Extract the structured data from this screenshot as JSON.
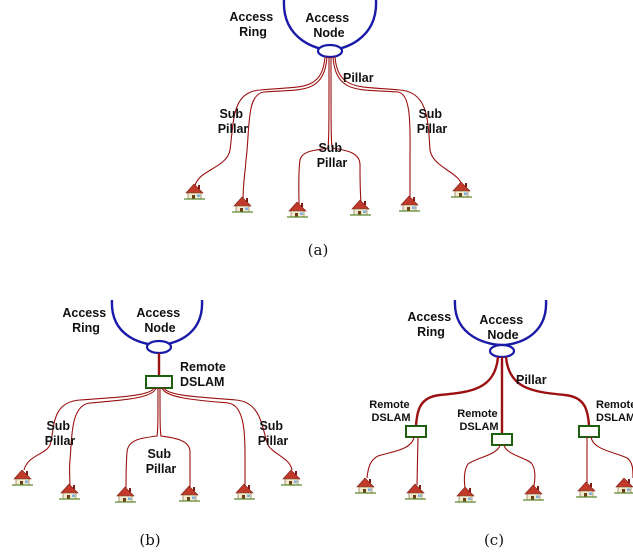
{
  "panel_a": {
    "access_ring": [
      "Access",
      "Ring"
    ],
    "access_node": [
      "Access",
      "Node"
    ],
    "pillar": "Pillar",
    "sub_pillar_left": [
      "Sub",
      "Pillar"
    ],
    "sub_pillar_center": [
      "Sub",
      "Pillar"
    ],
    "sub_pillar_right": [
      "Sub",
      "Pillar"
    ],
    "caption": "(a)"
  },
  "panel_b": {
    "access_ring": [
      "Access",
      "Ring"
    ],
    "access_node": [
      "Access",
      "Node"
    ],
    "remote_dslam": [
      "Remote",
      "DSLAM"
    ],
    "sub_pillar_left": [
      "Sub",
      "Pillar"
    ],
    "sub_pillar_center": [
      "Sub",
      "Pillar"
    ],
    "sub_pillar_right": [
      "Sub",
      "Pillar"
    ],
    "caption": "(b)"
  },
  "panel_c": {
    "access_ring": [
      "Access",
      "Ring"
    ],
    "access_node": [
      "Access",
      "Node"
    ],
    "pillar": "Pillar",
    "remote_dslam_left": [
      "Remote",
      "DSLAM"
    ],
    "remote_dslam_center": [
      "Remote",
      "DSLAM"
    ],
    "remote_dslam_right": [
      "Remote",
      "DSLAM"
    ],
    "caption": "(c)"
  },
  "colors": {
    "access_ring": "#1a1aa8",
    "wire": "#9b1010",
    "dslam": "#1f5f10"
  },
  "icons": [
    "house-icon"
  ]
}
